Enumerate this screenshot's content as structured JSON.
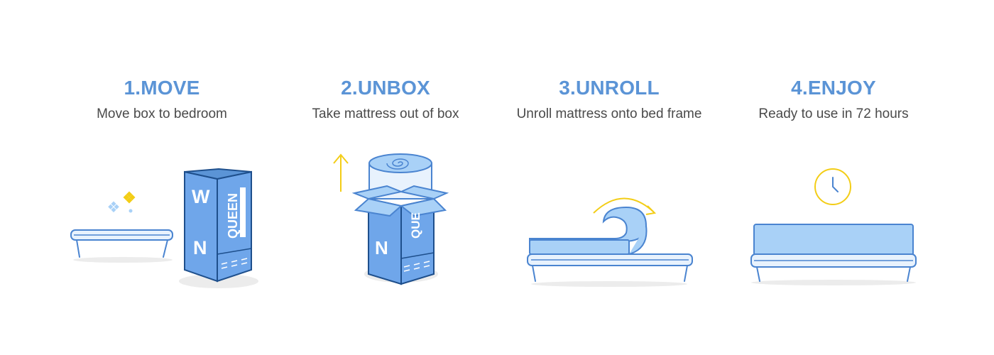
{
  "steps": [
    {
      "title": "1.MOVE",
      "description": "Move box to bedroom",
      "box": {
        "letter_top": "W",
        "letter_bottom": "N",
        "size_label": "QUEEN"
      }
    },
    {
      "title": "2.UNBOX",
      "description": "Take mattress out of box",
      "box": {
        "letter_bottom": "N",
        "size_label": "QUE"
      }
    },
    {
      "title": "3.UNROLL",
      "description": "Unroll mattress onto bed frame"
    },
    {
      "title": "4.ENJOY",
      "description": "Ready to use in 72 hours"
    }
  ],
  "colors": {
    "title": "#5b94d6",
    "description": "#4a4a4a",
    "outline": "#4a84d0",
    "box_front": "#6fa6ea",
    "box_dark": "#1e4f8c",
    "mattress": "#a9d1f7",
    "accent": "#f3cd16",
    "shadow": "#ececec"
  },
  "icons": [
    "bed-frame-icon",
    "sparkle-icon",
    "mattress-box-icon",
    "up-arrow-icon",
    "mattress-roll-icon",
    "curved-arrow-icon",
    "clock-icon",
    "bed-icon"
  ]
}
